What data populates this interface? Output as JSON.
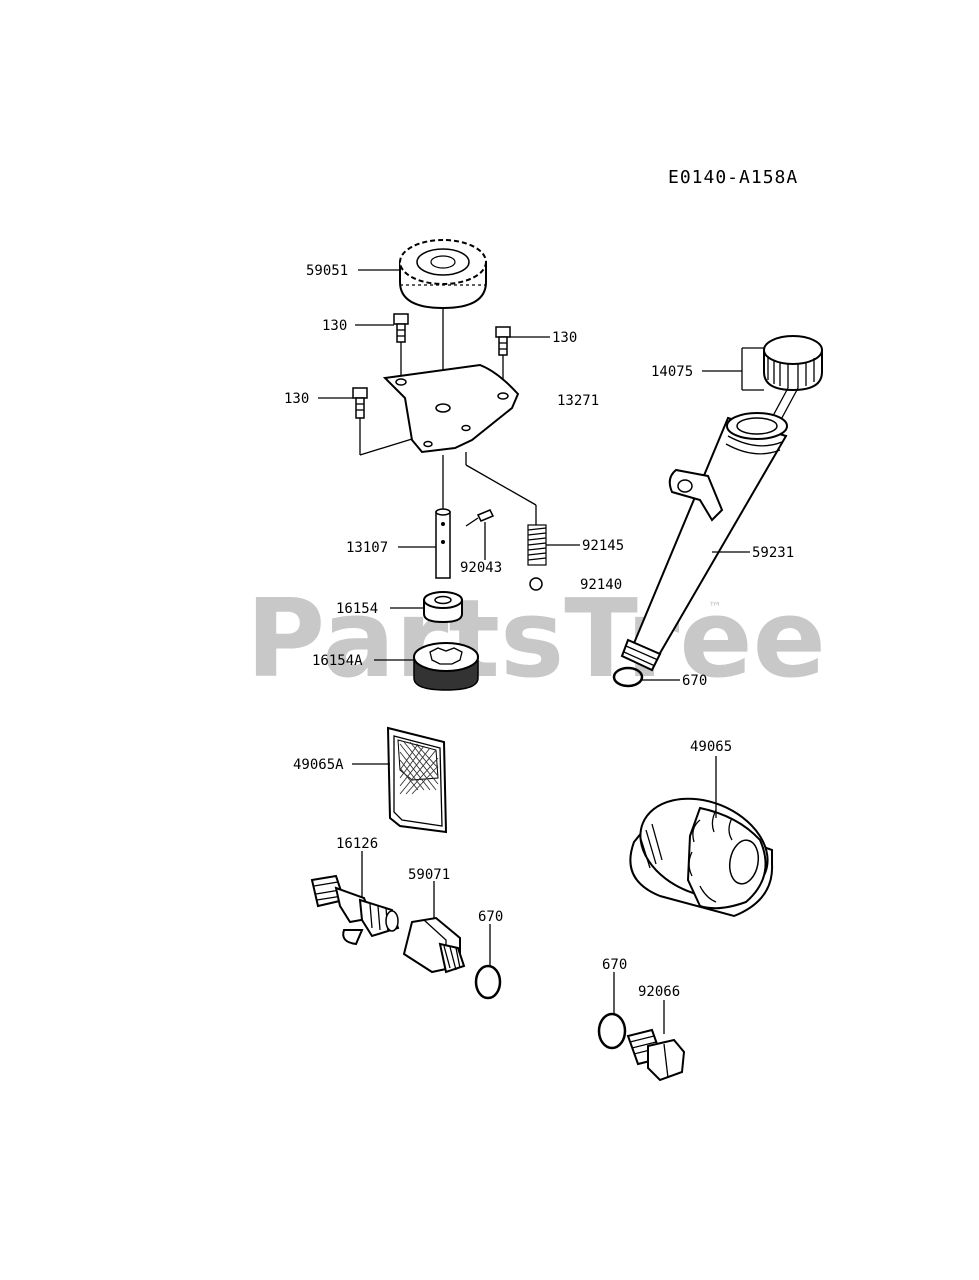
{
  "diagram_code": "E0140-A158A",
  "watermark": {
    "text": "PartsTree",
    "trademark": "™"
  },
  "parts": {
    "gear": "59051",
    "bolt_left_top": "130",
    "bolt_right": "130",
    "bolt_left": "130",
    "cover_plate": "13271",
    "dipstick_cap": "14075",
    "shaft": "13107",
    "pin": "92043",
    "spring": "92145",
    "ball": "92140",
    "oil_filler_tube": "59231",
    "inner_rotor": "16154",
    "outer_rotor": "16154A",
    "o_ring_tube": "670",
    "strainer": "49065A",
    "oil_filter": "49065",
    "fitting": "16126",
    "adapter": "59071",
    "o_ring_adapter": "670",
    "o_ring_plug": "670",
    "drain_plug": "92066"
  }
}
